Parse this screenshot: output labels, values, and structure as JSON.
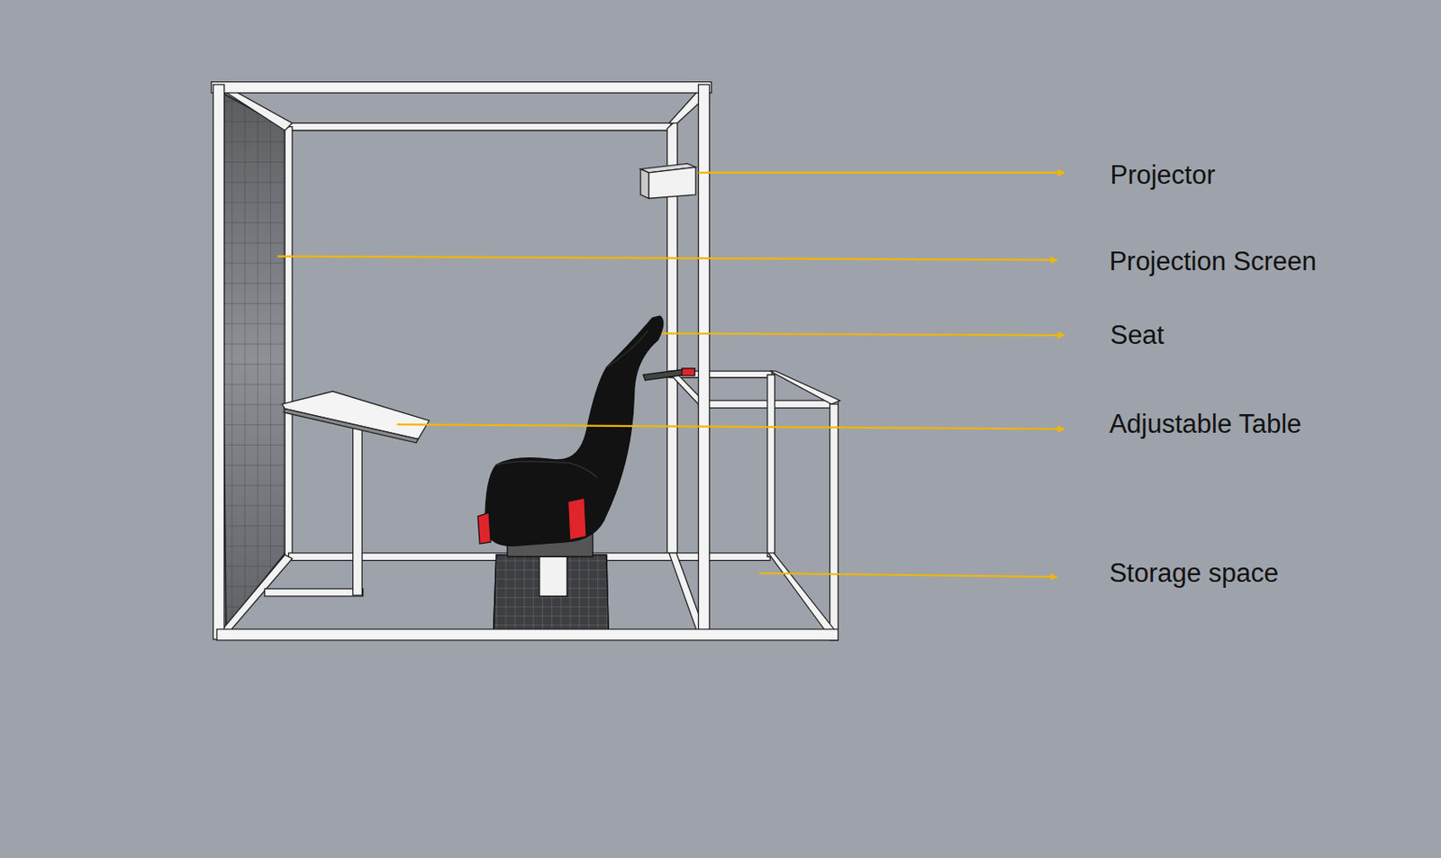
{
  "diagram": {
    "labels": [
      "Projector",
      "Projection Screen",
      "Seat",
      "Adjustable Table",
      "Storage space"
    ]
  }
}
